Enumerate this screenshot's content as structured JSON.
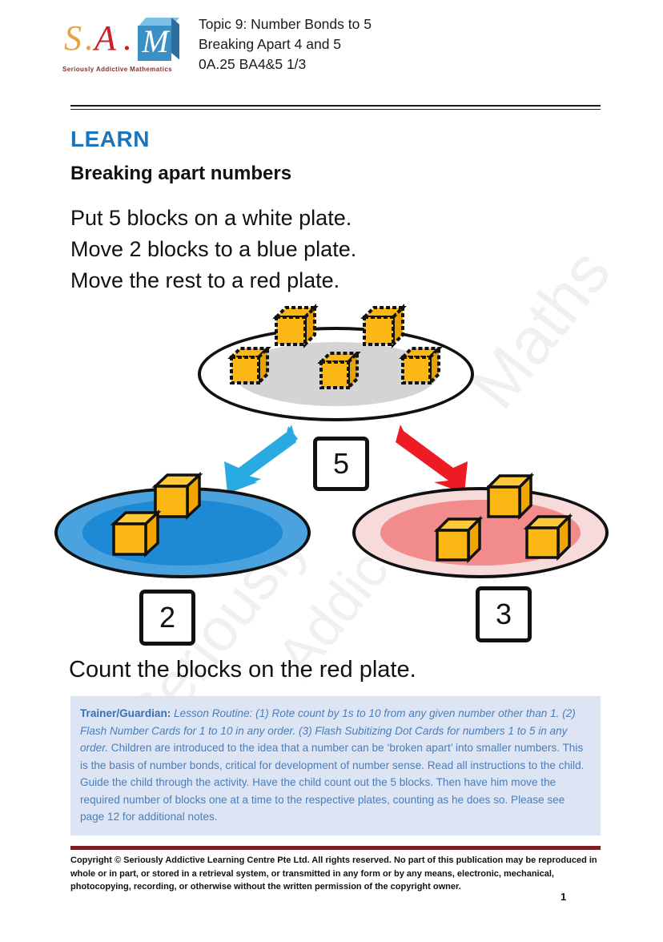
{
  "header": {
    "logo": {
      "letter_s": "S",
      "dot1": ".",
      "letter_a": "A",
      "dot2": ".",
      "letter_m": "M",
      "tagline": "Seriously Addictive Mathematics"
    },
    "title_lines": [
      "Topic 9: Number Bonds to 5",
      "Breaking Apart 4 and 5",
      "0A.25 BA4&5 1/3"
    ]
  },
  "section": {
    "learn_label": "LEARN",
    "subheading": "Breaking apart numbers"
  },
  "instructions": [
    "Put 5 blocks on a white plate.",
    "Move 2 blocks to a blue plate.",
    "Move the rest to a red plate."
  ],
  "diagram": {
    "white_plate": {
      "label": "white plate",
      "block_count": 5,
      "number": "5"
    },
    "blue_plate": {
      "label": "blue plate",
      "block_count": 2,
      "number": "2"
    },
    "red_plate": {
      "label": "red plate",
      "block_count": 3,
      "number": "3"
    },
    "arrow_blue_color": "#29abe2",
    "arrow_red_color": "#ed1c24",
    "block_color": "#fbb713"
  },
  "count_prompt": "Count the blocks on the red plate.",
  "note": {
    "label": "Trainer/Guardian:",
    "italic_text": " Lesson Routine: (1) Rote count by 1s to 10 from any given number other than 1. (2) Flash Number Cards for 1 to 10 in any order. (3) Flash Subitizing Dot Cards for numbers 1 to 5 in any order.",
    "plain_text": " Children are introduced to the idea that a number can be ‘broken apart’ into smaller numbers. This is the basis of number bonds, critical for development of number sense. Read all instructions to the child. Guide the child through the activity. Have the child count out the 5 blocks. Then have him move the required number of blocks one at a time to the respective plates, counting as he does so. Please see page 12 for additional notes."
  },
  "footer": {
    "copyright": "Copyright © Seriously Addictive Learning Centre Pte Ltd. All rights reserved. No part of this publication may be reproduced in whole or in part, or stored in a retrieval system, or transmitted in any form or by any means, electronic, mechanical, photocopying, recording, or otherwise without the written permission of the copyright owner.",
    "page_number": "1"
  },
  "watermark": {
    "word1": "Maths",
    "word2": "Seriously",
    "word3": "Addictive"
  }
}
